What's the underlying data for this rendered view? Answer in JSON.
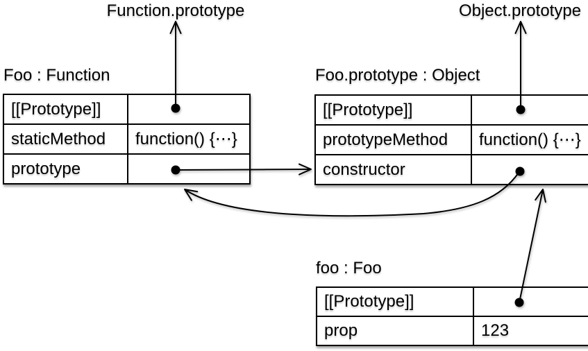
{
  "diagram": {
    "description": "JavaScript prototype chain diagram",
    "colors": {
      "line": "#000000",
      "background": "#ffffff",
      "box_fill": "#ffffff",
      "text": "#000000"
    }
  },
  "labels": {
    "function_prototype": "Function.prototype",
    "object_prototype": "Object.prototype"
  },
  "tables": {
    "foo_function": {
      "title": "Foo : Function",
      "rows": [
        {
          "key": "[[Prototype]]",
          "value": ""
        },
        {
          "key": "staticMethod",
          "value": "function() {⋯}"
        },
        {
          "key": "prototype",
          "value": ""
        }
      ]
    },
    "foo_prototype": {
      "title": "Foo.prototype : Object",
      "rows": [
        {
          "key": "[[Prototype]]",
          "value": ""
        },
        {
          "key": "prototypeMethod",
          "value": "function() {⋯}"
        },
        {
          "key": "constructor",
          "value": ""
        }
      ]
    },
    "foo_instance": {
      "title": "foo : Foo",
      "rows": [
        {
          "key": "[[Prototype]]",
          "value": ""
        },
        {
          "key": "prop",
          "value": "123"
        }
      ]
    }
  },
  "arrows": [
    {
      "id": "arrow-foo-to-function-prototype",
      "from": "Foo [[Prototype]]",
      "to": "Function.prototype"
    },
    {
      "id": "arrow-fooprototype-to-object-prototype",
      "from": "Foo.prototype [[Prototype]]",
      "to": "Object.prototype"
    },
    {
      "id": "arrow-prototype-property-to-fooprototype",
      "from": "Foo prototype",
      "to": "Foo.prototype : Object"
    },
    {
      "id": "arrow-constructor-to-foo",
      "from": "Foo.prototype constructor",
      "to": "Foo : Function"
    },
    {
      "id": "arrow-fooinstance-to-fooprototype",
      "from": "foo [[Prototype]]",
      "to": "Foo.prototype : Object"
    }
  ]
}
